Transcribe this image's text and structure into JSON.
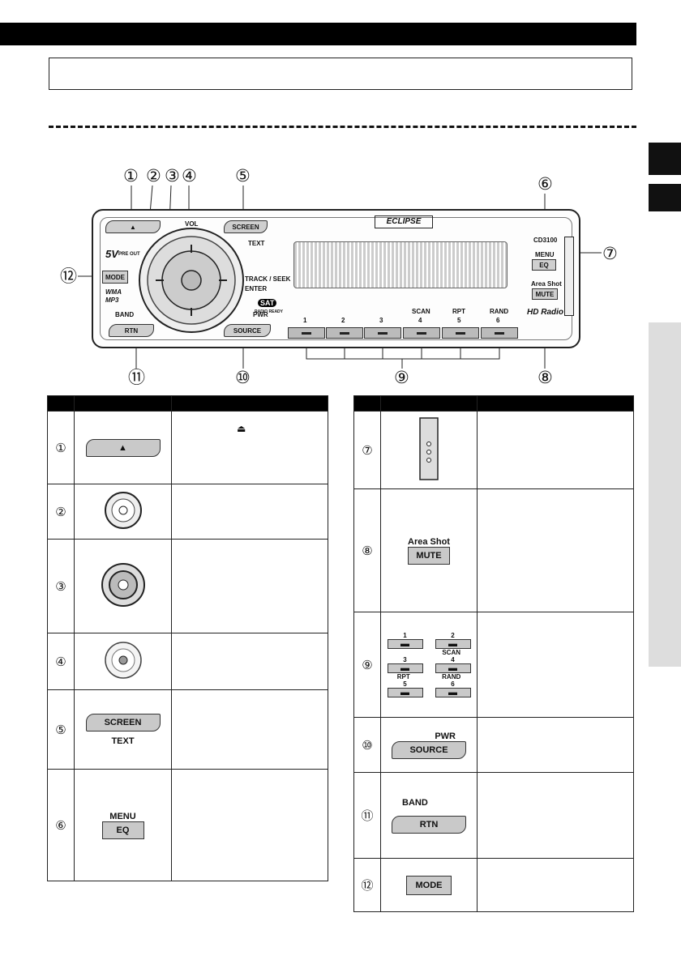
{
  "diagram": {
    "callouts": [
      "①",
      "②",
      "③",
      "④",
      "⑤",
      "⑥",
      "⑦",
      "⑧",
      "⑨",
      "⑩",
      "⑪",
      "⑫"
    ],
    "brand": "ECLIPSE",
    "model": "CD3100",
    "labels": {
      "vol": "VOL",
      "track_seek": "TRACK / SEEK",
      "enter": "ENTER",
      "text": "TEXT",
      "screen": "SCREEN",
      "pwr": "PWR",
      "source": "SOURCE",
      "band": "BAND",
      "rtn": "RTN",
      "mode": "MODE",
      "menu": "MENU",
      "eq": "EQ",
      "area_shot": "Area Shot",
      "mute": "MUTE",
      "wma": "WMA",
      "mp3": "MP3",
      "five_v": "5V",
      "pre_out": "PRE OUT",
      "sat": "SAT",
      "radio_ready": "RADIO READY",
      "hd_radio": "HD Radio",
      "eject": "▲"
    },
    "presets": [
      {
        "num": "1",
        "extra": ""
      },
      {
        "num": "2",
        "extra": ""
      },
      {
        "num": "3",
        "extra": ""
      },
      {
        "num": "4",
        "extra": "SCAN"
      },
      {
        "num": "5",
        "extra": "RPT"
      },
      {
        "num": "6",
        "extra": "RAND"
      }
    ]
  },
  "table_left": {
    "rows": [
      {
        "num": "①",
        "desc_symbol": "⏏"
      },
      {
        "num": "②",
        "desc_symbol": ""
      },
      {
        "num": "③",
        "desc_symbol": ""
      },
      {
        "num": "④",
        "desc_symbol": ""
      },
      {
        "num": "⑤",
        "btn": "SCREEN",
        "sub": "TEXT"
      },
      {
        "num": "⑥",
        "top": "MENU",
        "btn": "EQ"
      }
    ]
  },
  "table_right": {
    "rows": [
      {
        "num": "⑦"
      },
      {
        "num": "⑧",
        "top": "Area Shot",
        "btn": "MUTE"
      },
      {
        "num": "⑨",
        "presets": [
          "1",
          "2",
          "3",
          "4",
          "5",
          "6"
        ],
        "extras": [
          "SCAN",
          "RPT",
          "RAND"
        ]
      },
      {
        "num": "⑩",
        "top": "PWR",
        "btn": "SOURCE"
      },
      {
        "num": "⑪",
        "top": "BAND",
        "btn": "RTN"
      },
      {
        "num": "⑫",
        "btn": "MODE"
      }
    ]
  }
}
